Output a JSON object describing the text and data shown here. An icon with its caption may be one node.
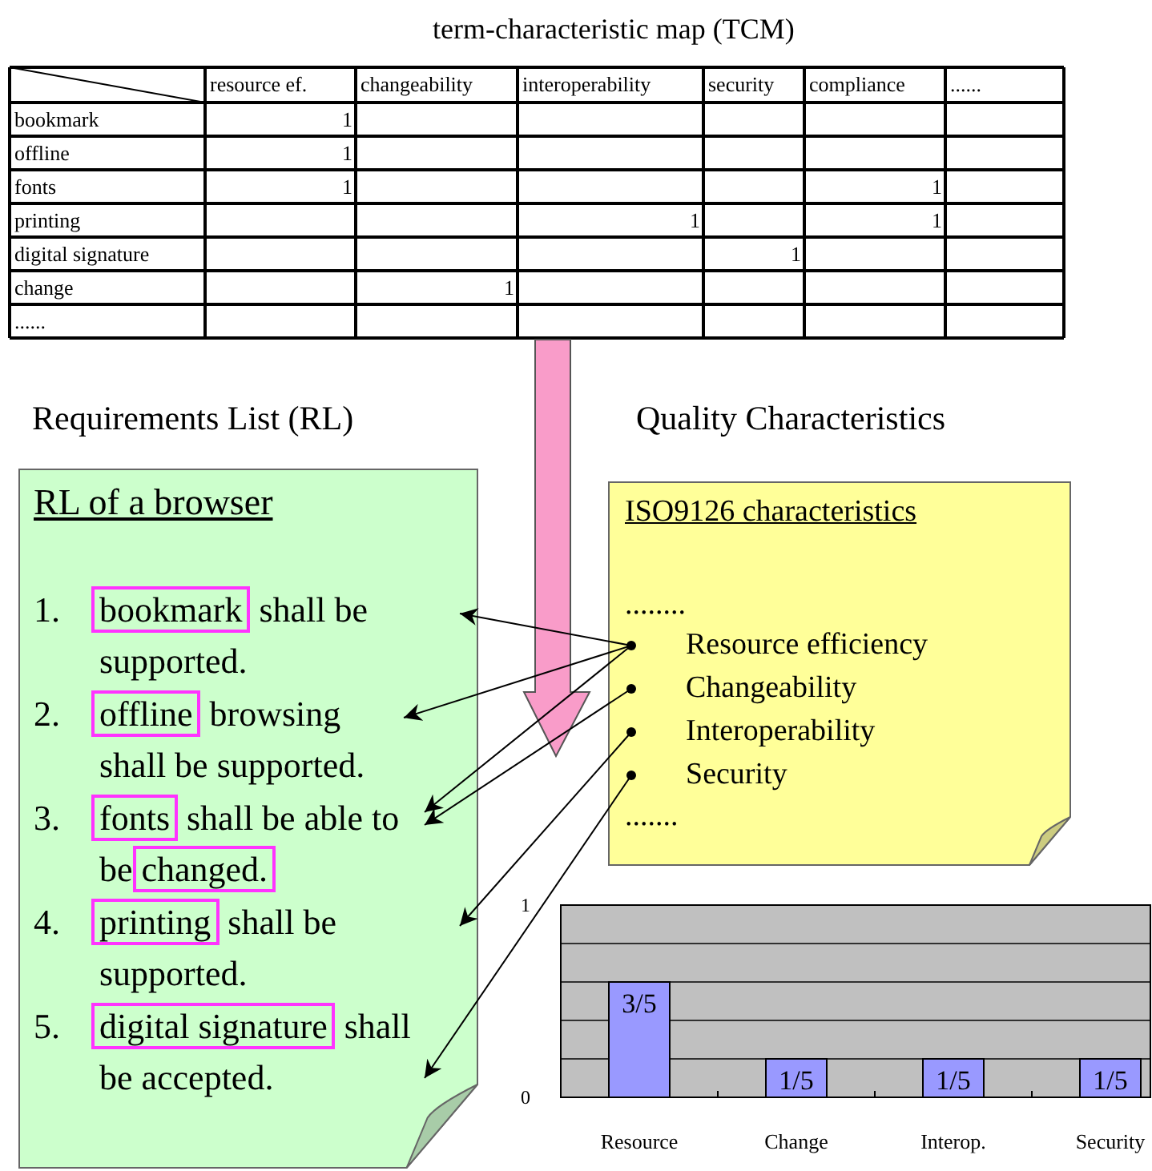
{
  "diagram": {
    "nodes": [
      {
        "text": [
          "RL of a browser"
        ]
      },
      {
        "text": [
          "1.",
          "shall be supported."
        ],
        "in": 0
      },
      {
        "text": [
          "bookmark"
        ],
        "in": 1
      },
      {
        "text": [
          "2.",
          "browsing shall be supported."
        ],
        "in": 0
      },
      {
        "text": [
          "offline"
        ],
        "in": 3
      },
      {
        "text": [
          "3.",
          "shall be able to be"
        ],
        "in": 0
      },
      {
        "text": [
          "fonts"
        ],
        "in": 5
      },
      {
        "text": [
          "changed."
        ],
        "in": 5
      },
      {
        "text": [
          "4.",
          "shall be supported."
        ],
        "in": 0
      },
      {
        "text": [
          "printing"
        ],
        "in": 8
      },
      {
        "text": [
          "5.",
          "shall be accepted."
        ],
        "in": 0
      },
      {
        "text": [
          "digital signature"
        ],
        "in": 10
      },
      {
        "text": [
          "ISO9126 characteristics",
          "........",
          "......."
        ]
      },
      {
        "text": [
          "Resource efficiency"
        ],
        "in": 12
      },
      {
        "text": [
          "Changeability"
        ],
        "in": 12
      },
      {
        "text": [
          "Interoperability"
        ],
        "in": 12
      },
      {
        "text": [
          "Security"
        ],
        "in": 12
      }
    ],
    "edges": [
      {
        "from": 13,
        "to": 1,
        "arrow": "to"
      },
      {
        "from": 13,
        "to": 3,
        "arrow": "to"
      },
      {
        "from": 13,
        "to": 5,
        "arrow": "to"
      },
      {
        "from": 14,
        "to": 5,
        "arrow": "to"
      },
      {
        "from": 15,
        "to": 8,
        "arrow": "to"
      },
      {
        "from": 16,
        "to": 10,
        "arrow": "to"
      }
    ],
    "labels": [
      "term-characteristic map (TCM)",
      "resource ef.",
      "changeability",
      "interoperability",
      "security",
      "compliance",
      "......",
      "bookmark",
      "1",
      "offline",
      "1",
      "fonts",
      "1",
      "1",
      "printing",
      "1",
      "1",
      "digital signature",
      "1",
      "change",
      "1",
      "......",
      "Requirements List (RL)",
      "Quality Characteristics"
    ],
    "chart_data": {
      "type": "bar",
      "categories": [
        "Resource",
        "Change",
        "Interop.",
        "Security"
      ],
      "values": [
        0.6,
        0.2,
        0.2,
        0.2
      ],
      "ylim": [
        0,
        1
      ],
      "yticks": [
        0,
        1
      ],
      "value_labels": [
        "3/5",
        "1/5",
        "1/5",
        "1/5"
      ]
    }
  }
}
